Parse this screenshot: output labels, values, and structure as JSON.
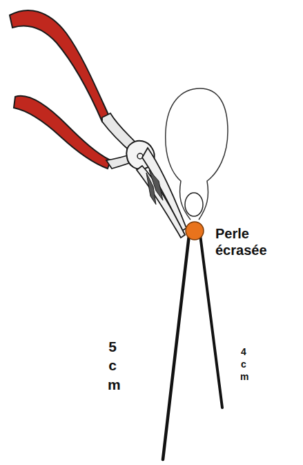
{
  "diagram": {
    "labels": [
      "Perle écrasée",
      "5 cm",
      "4 cm"
    ]
  }
}
